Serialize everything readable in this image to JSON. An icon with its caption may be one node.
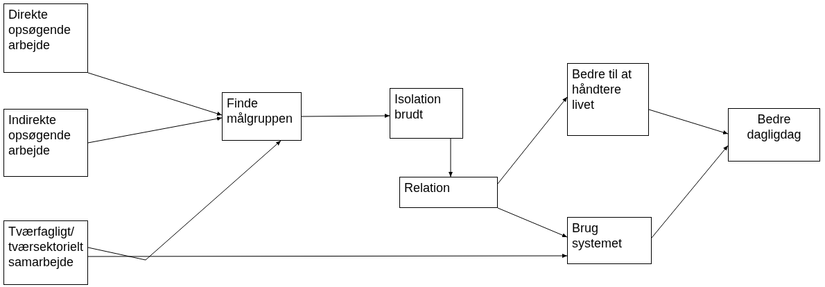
{
  "diagram": {
    "nodes": [
      {
        "text": [
          "Direkte opsøgende arbejde"
        ]
      },
      {
        "text": [
          "Indirekte opsøgende arbejde"
        ]
      },
      {
        "text": [
          "Tværfagligt/ tværsektorielt samarbejde"
        ]
      },
      {
        "text": [
          "Finde målgruppen"
        ]
      },
      {
        "text": [
          "Isolation brudt"
        ]
      },
      {
        "text": [
          "Relation"
        ]
      },
      {
        "text": [
          "Bedre til at håndtere livet"
        ]
      },
      {
        "text": [
          "Brug systemet"
        ]
      },
      {
        "text": [
          "Bedre dagligdag"
        ]
      }
    ],
    "edges": [
      {
        "from": 0,
        "to": 3,
        "arrow": "to"
      },
      {
        "from": 1,
        "to": 3,
        "arrow": "to"
      },
      {
        "from": 2,
        "to": 3,
        "arrow": "to"
      },
      {
        "from": 2,
        "to": 7,
        "arrow": "to"
      },
      {
        "from": 3,
        "to": 4,
        "arrow": "to"
      },
      {
        "from": 4,
        "to": 5,
        "arrow": "to"
      },
      {
        "from": 5,
        "to": 6,
        "arrow": "to"
      },
      {
        "from": 5,
        "to": 7,
        "arrow": "to"
      },
      {
        "from": 6,
        "to": 8,
        "arrow": "to"
      },
      {
        "from": 7,
        "to": 8,
        "arrow": "to"
      }
    ]
  }
}
